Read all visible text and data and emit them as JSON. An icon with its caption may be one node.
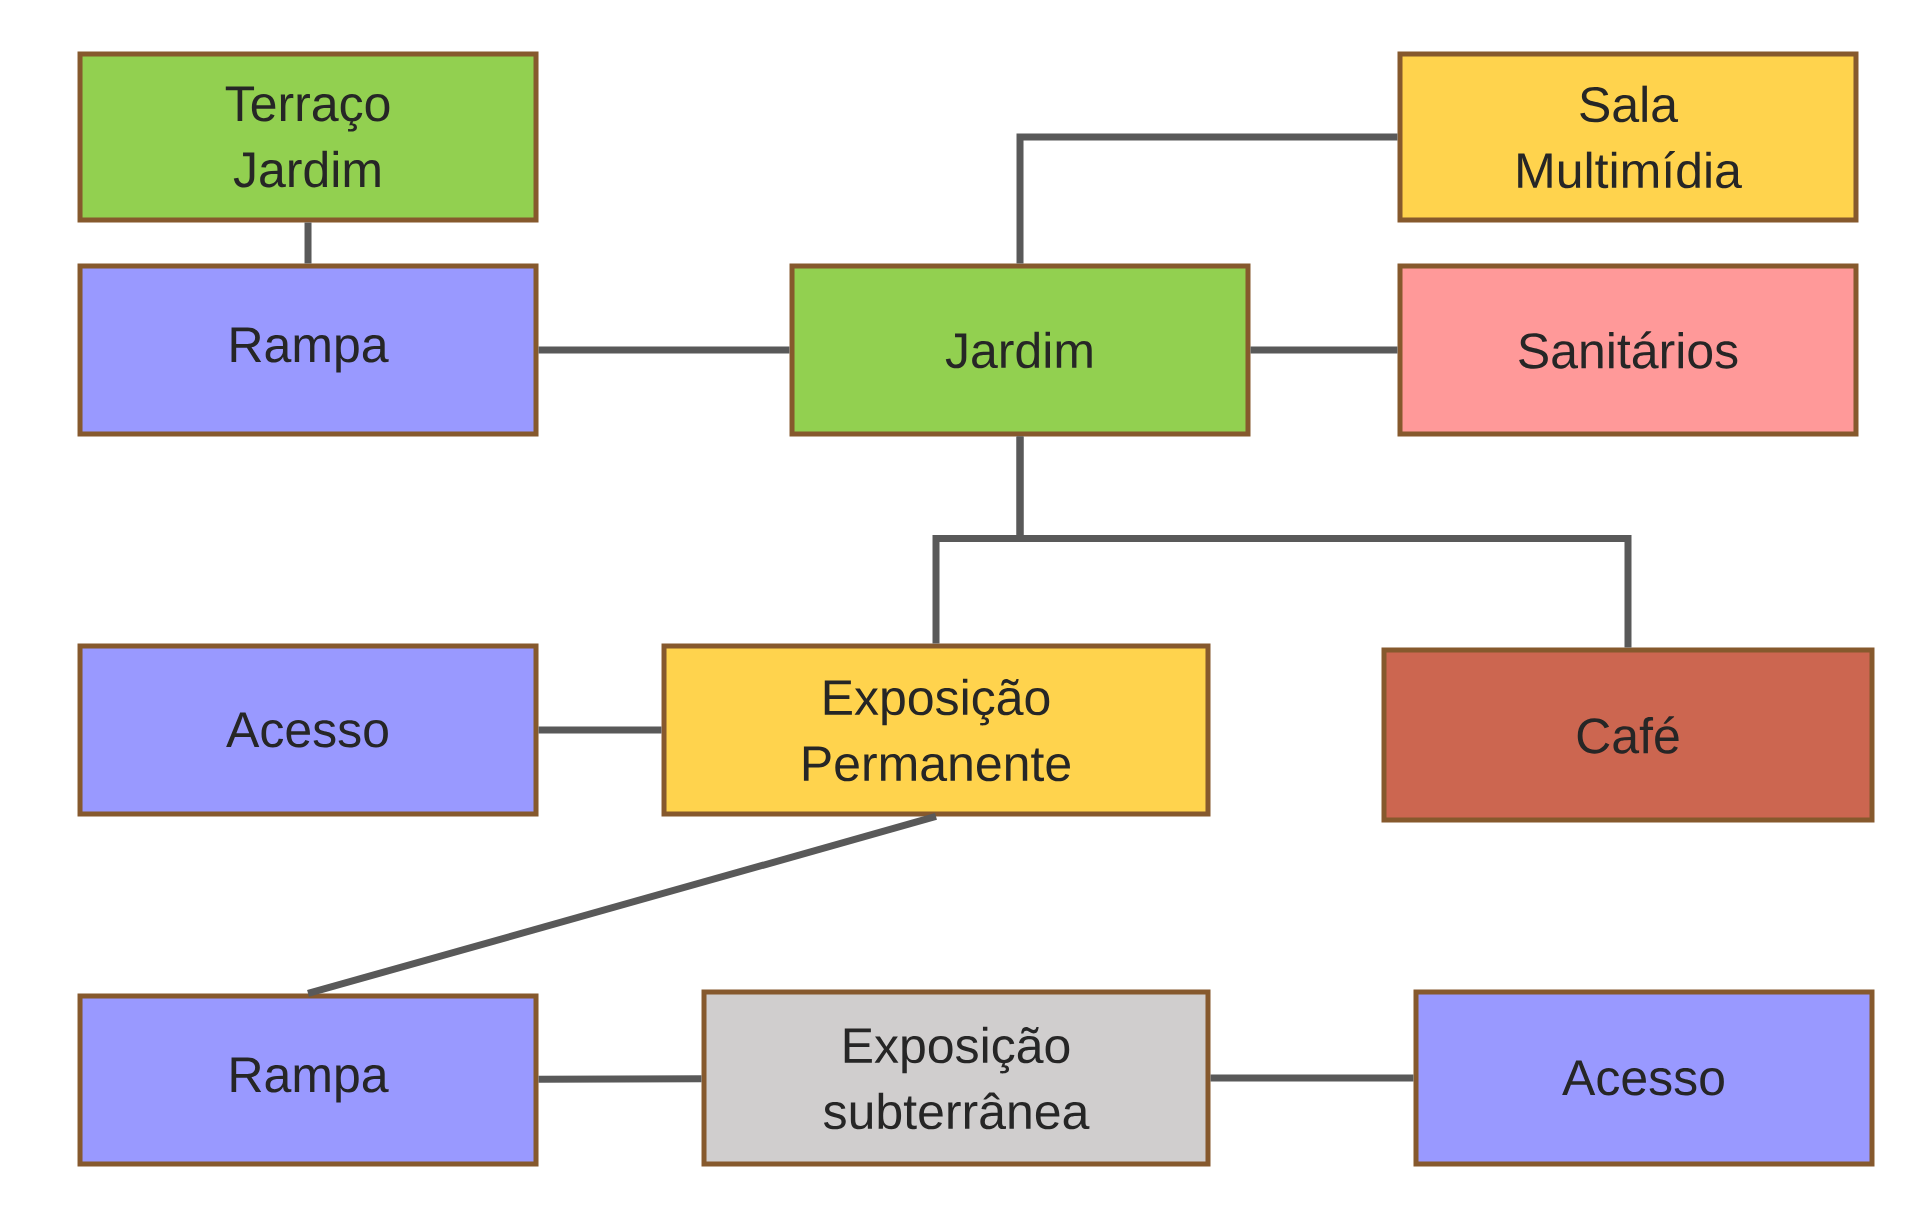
{
  "diagram": {
    "nodes": [
      {
        "text": [
          "Terraço Jardim"
        ]
      },
      {
        "text": [
          "Sala Multimídia"
        ]
      },
      {
        "text": [
          "Rampa"
        ]
      },
      {
        "text": [
          "Jardim"
        ]
      },
      {
        "text": [
          "Sanitários"
        ]
      },
      {
        "text": [
          "Acesso"
        ]
      },
      {
        "text": [
          "Exposição Permanente"
        ]
      },
      {
        "text": [
          "Café"
        ]
      },
      {
        "text": [
          "Rampa"
        ]
      },
      {
        "text": [
          "Exposição subterrânea"
        ]
      },
      {
        "text": [
          "Acesso"
        ]
      }
    ],
    "edges": [
      {
        "from": 0,
        "to": 2,
        "arrow": "none"
      },
      {
        "from": 3,
        "to": 1,
        "arrow": "none"
      },
      {
        "from": 2,
        "to": 3,
        "arrow": "none"
      },
      {
        "from": 3,
        "to": 4,
        "arrow": "none"
      },
      {
        "from": 3,
        "to": 6,
        "arrow": "none"
      },
      {
        "from": 3,
        "to": 7,
        "arrow": "none"
      },
      {
        "from": 5,
        "to": 6,
        "arrow": "none"
      },
      {
        "from": 6,
        "to": 8,
        "arrow": "none"
      },
      {
        "from": 8,
        "to": 9,
        "arrow": "none"
      },
      {
        "from": 9,
        "to": 10,
        "arrow": "none"
      }
    ]
  }
}
